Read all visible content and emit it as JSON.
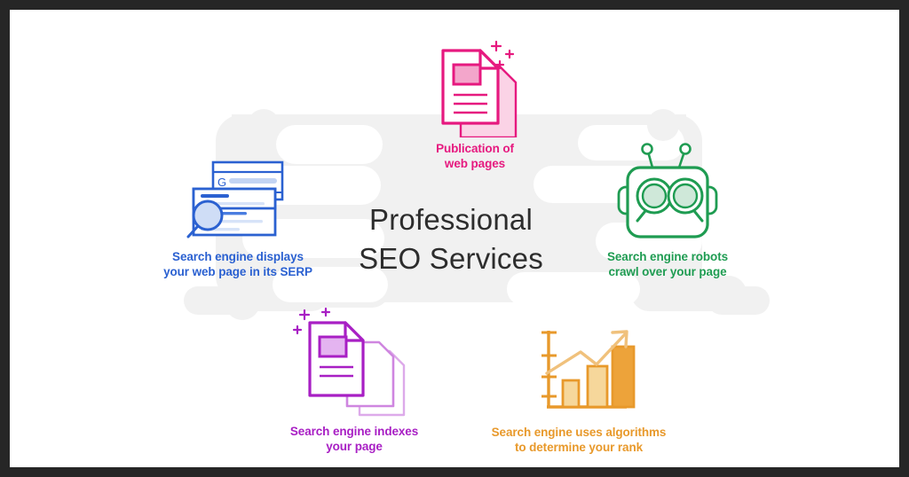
{
  "graphic": {
    "title": "Professional\nSEO Services",
    "title_color": "#2d2d2d",
    "background_color": "#ffffff",
    "blob_color": "#f1f1f1",
    "frame_color": "#262626"
  },
  "nodes": [
    {
      "id": "publication",
      "label": "Publication of\nweb pages",
      "color": "#e6197f",
      "icon": "document-with-sparkles-icon"
    },
    {
      "id": "serp",
      "label": "Search engine displays\nyour web page in its SERP",
      "color": "#2b61d1",
      "icon": "browser-search-results-icon"
    },
    {
      "id": "robots",
      "label": "Search engine robots\ncrawl over your page",
      "color": "#1f9c52",
      "icon": "robot-crawler-icon"
    },
    {
      "id": "indexes",
      "label": "Search engine indexes\nyour page",
      "color": "#a81fc4",
      "icon": "stacked-documents-icon"
    },
    {
      "id": "algorithms",
      "label": "Search engine uses algorithms\nto determine your rank",
      "color": "#e8992b",
      "icon": "bar-chart-growth-icon"
    }
  ]
}
